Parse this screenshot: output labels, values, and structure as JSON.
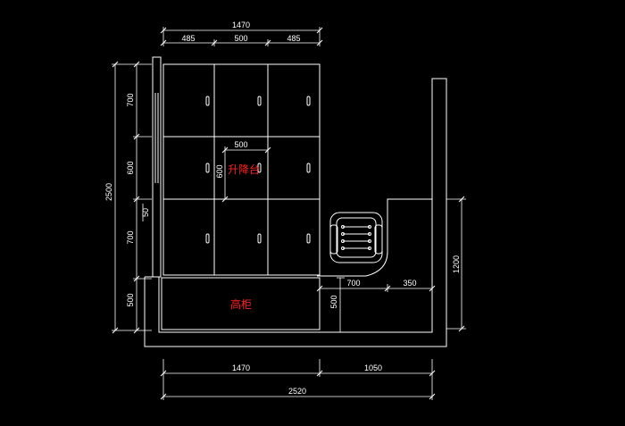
{
  "labels": {
    "lift_table": "升降台",
    "tall_cabinet": "高柜"
  },
  "dimensions": {
    "top_total": "1470",
    "top_left": "485",
    "top_mid": "500",
    "top_right": "485",
    "left_total": "2500",
    "left_1": "700",
    "left_2": "600",
    "left_3": "700",
    "left_4": "500",
    "left_small": "50",
    "inner_w": "500",
    "inner_h": "600",
    "right_h": "1200",
    "desk_w1": "700",
    "desk_w2": "350",
    "desk_h": "500",
    "bottom_left": "1470",
    "bottom_right": "1050",
    "bottom_total": "2520"
  },
  "colors": {
    "background": "#000000",
    "line": "#ffffff",
    "label": "#ff2020"
  }
}
